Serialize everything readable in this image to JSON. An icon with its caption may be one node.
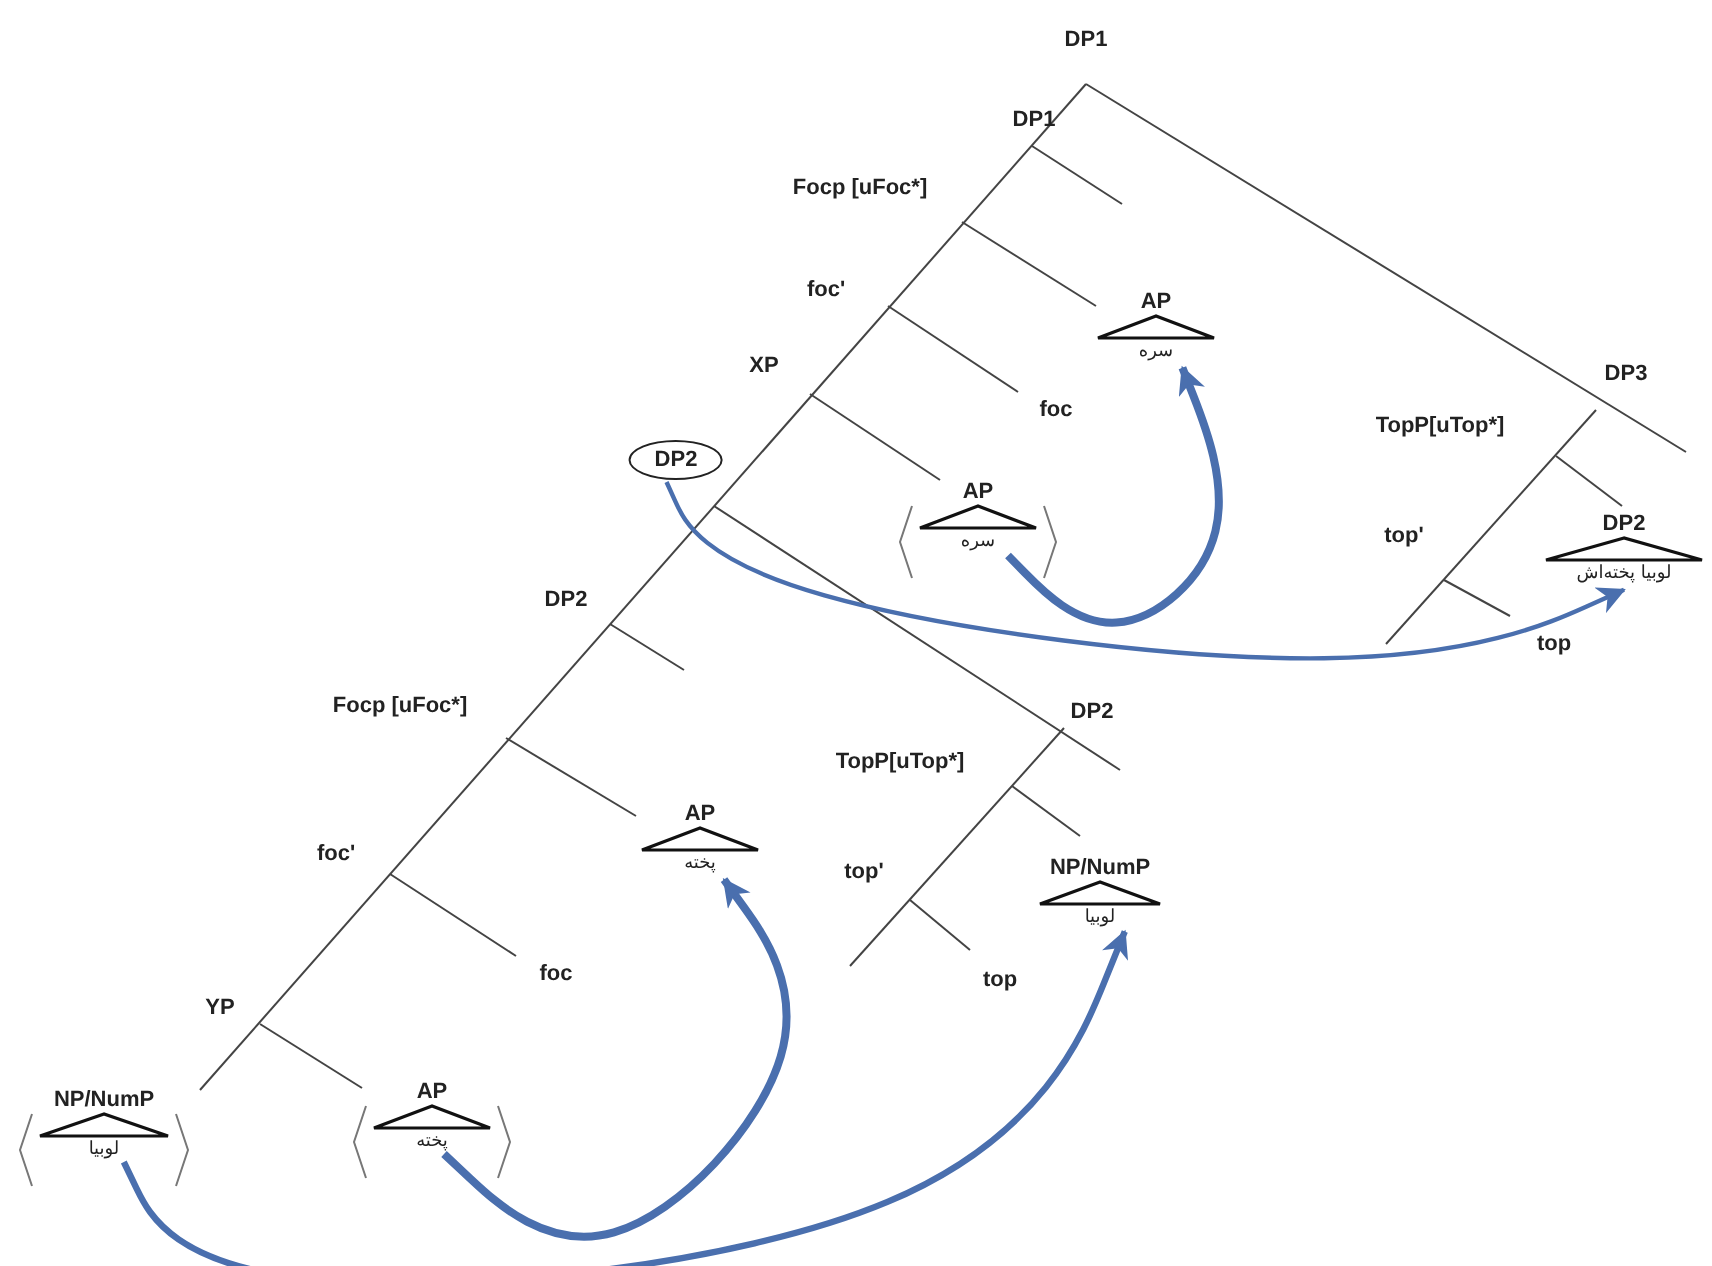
{
  "diagram": {
    "nodes": [
      {
        "text": [
          "DP1"
        ]
      },
      {
        "text": [
          "DP1"
        ]
      },
      {
        "text": [
          "Focp [uFoc*]"
        ]
      },
      {
        "text": [
          "foc'"
        ]
      },
      {
        "text": [
          "AP",
          "سره"
        ]
      },
      {
        "text": [
          "foc"
        ]
      },
      {
        "text": [
          "XP"
        ]
      },
      {
        "text": [
          "DP3"
        ]
      },
      {
        "text": [
          "TopP[uTop*]"
        ]
      },
      {
        "text": [
          "DP2"
        ]
      },
      {
        "text": [
          "AP",
          "سره"
        ]
      },
      {
        "text": [
          "top'"
        ]
      },
      {
        "text": [
          "DP2",
          "لوبیا پخته‌اش"
        ]
      },
      {
        "text": [
          "top"
        ]
      },
      {
        "text": [
          "DP2"
        ]
      },
      {
        "text": [
          "DP2"
        ]
      },
      {
        "text": [
          "Focp [uFoc*]"
        ]
      },
      {
        "text": [
          "TopP[uTop*]"
        ]
      },
      {
        "text": [
          "AP",
          "پخته"
        ]
      },
      {
        "text": [
          "top'"
        ]
      },
      {
        "text": [
          "NP/NumP",
          "لوبیا"
        ]
      },
      {
        "text": [
          "foc'"
        ]
      },
      {
        "text": [
          "foc"
        ]
      },
      {
        "text": [
          "top"
        ]
      },
      {
        "text": [
          "YP"
        ]
      },
      {
        "text": [
          "NP/NumP",
          "لوبیا"
        ]
      },
      {
        "text": [
          "AP",
          "پخته"
        ]
      }
    ],
    "edges": [
      {
        "from": 10,
        "to": 4,
        "arrow": "to"
      },
      {
        "from": 9,
        "to": 12,
        "arrow": "to"
      },
      {
        "from": 26,
        "to": 18,
        "arrow": "to"
      },
      {
        "from": 25,
        "to": 20,
        "arrow": "to"
      }
    ]
  }
}
